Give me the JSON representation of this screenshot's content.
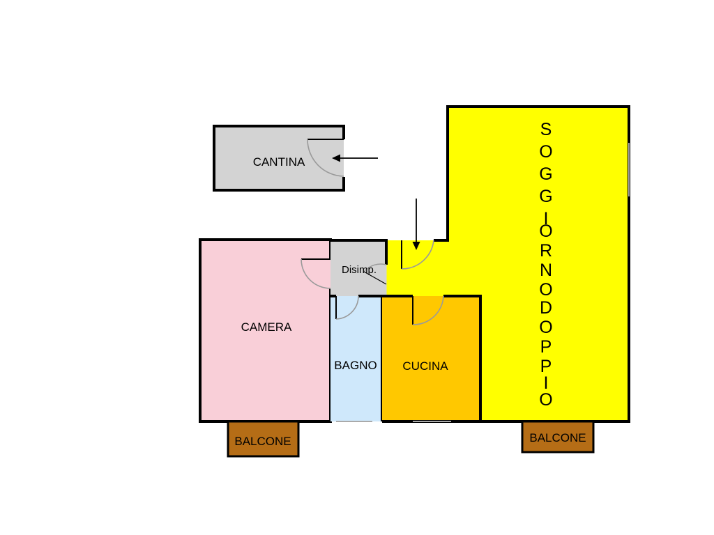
{
  "plan": {
    "rooms": {
      "cantina": {
        "label": "CANTINA",
        "color": "#d3d3d3"
      },
      "camera": {
        "label": "CAMERA",
        "color": "#f9cfd8"
      },
      "disimpegno": {
        "label": "Disimp.",
        "color": "#d3d3d3"
      },
      "bagno": {
        "label": "BAGNO",
        "color": "#cfe8fb"
      },
      "cucina": {
        "label": "CUCINA",
        "color": "#ffc800"
      },
      "soggiorno": {
        "label": "SOGGIORNO DOPPIO",
        "line1": "SOGGIORNO",
        "line2": "DOPPIO",
        "color": "#ffff00"
      },
      "balcone_left": {
        "label": "BALCONE",
        "color": "#b56d16"
      },
      "balcone_right": {
        "label": "BALCONE",
        "color": "#b56d16"
      }
    },
    "wall_color": "#000000",
    "door_arc_color": "#9a9a9a",
    "entry_arrows": [
      "cantina",
      "soggiorno"
    ]
  }
}
